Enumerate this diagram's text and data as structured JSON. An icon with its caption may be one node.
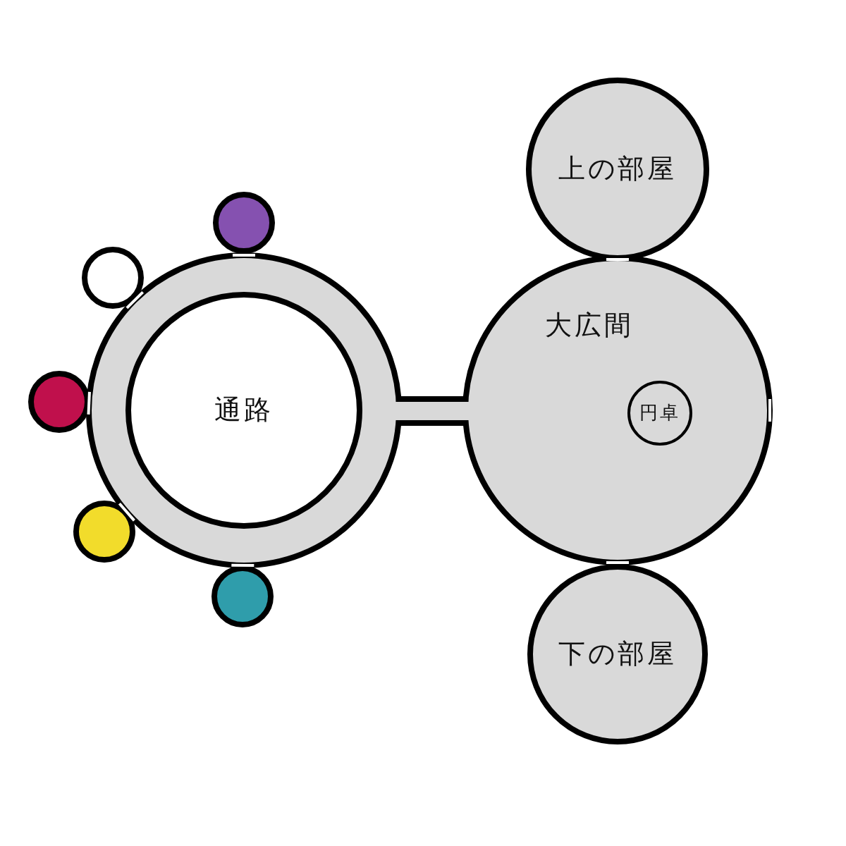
{
  "diagram": {
    "nodes": [
      {
        "text": [
          "通路"
        ]
      },
      {
        "text": [],
        "shape": "circle"
      },
      {
        "text": [],
        "shape": "circle"
      },
      {
        "text": [],
        "shape": "circle"
      },
      {
        "text": [],
        "shape": "circle"
      },
      {
        "text": [],
        "shape": "circle"
      },
      {
        "text": [
          "上の部屋"
        ]
      },
      {
        "text": [
          "大広間"
        ]
      },
      {
        "text": [
          "円卓"
        ],
        "in": 7
      },
      {
        "text": [
          "下の部屋"
        ]
      }
    ],
    "edges": [
      {
        "from": 0,
        "to": 7,
        "arrow": "none"
      }
    ]
  }
}
